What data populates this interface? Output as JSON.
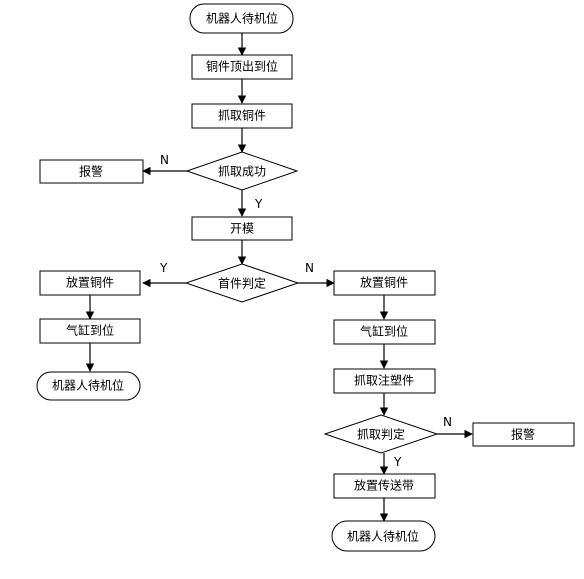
{
  "nodes": {
    "start": "机器人待机位",
    "copper_up": "铜件顶出到位",
    "grab_copper": "抓取铜件",
    "grab_success": "抓取成功",
    "alarm_1": "报警",
    "open_mold": "开模",
    "first_piece_check": "首件判定",
    "place_copper_left": "放置铜件",
    "cylinder_left": "气缸到位",
    "standby_left": "机器人待机位",
    "place_copper_right": "放置铜件",
    "cylinder_right": "气缸到位",
    "grab_molded": "抓取注塑件",
    "grab_check": "抓取判定",
    "alarm_2": "报警",
    "place_conveyor": "放置传送带",
    "standby_right": "机器人待机位"
  },
  "edge_labels": {
    "success_no": "N",
    "success_yes": "Y",
    "first_yes": "Y",
    "first_no": "N",
    "check_no": "N",
    "check_yes": "Y"
  }
}
